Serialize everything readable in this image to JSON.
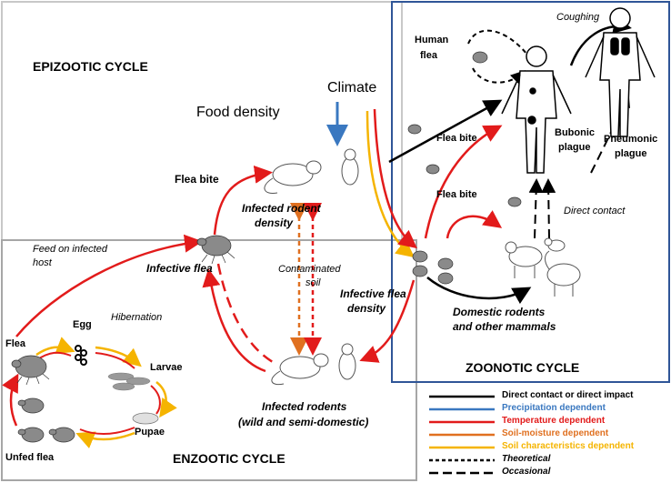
{
  "cycles": {
    "epizootic": "EPIZOOTIC CYCLE",
    "enzootic": "ENZOOTIC CYCLE",
    "zoonotic": "ZOONOTIC CYCLE"
  },
  "factors": {
    "climate": "Climate",
    "food_density": "Food density"
  },
  "labels": {
    "flea_bite_top": "Flea bite",
    "flea_bite_mid": "Flea bite",
    "flea_bite_low": "Flea bite",
    "feed_infected_line1": "Feed on infected",
    "feed_infected_line2": "host",
    "infective_flea": "Infective flea",
    "infected_rodent_density_line1": "Infected rodent",
    "infected_rodent_density_line2": "density",
    "contaminated_soil_line1": "Contaminated",
    "contaminated_soil_line2": "soil",
    "infective_flea_density_line1": "Infective flea",
    "infective_flea_density_line2": "density",
    "hibernation": "Hibernation",
    "flea": "Flea",
    "egg": "Egg",
    "larvae": "Larvae",
    "pupae": "Pupae",
    "unfed_flea": "Unfed flea",
    "infected_rodents_line1": "Infected rodents",
    "infected_rodents_line2": "(wild and semi-domestic)",
    "human_flea_line1": "Human",
    "human_flea_line2": "flea",
    "coughing": "Coughing",
    "bubonic_line1": "Bubonic",
    "bubonic_line2": "plague",
    "pneumonic_line1": "Pneumonic",
    "pneumonic_line2": "plague",
    "direct_contact": "Direct contact",
    "domestic_line1": "Domestic rodents",
    "domestic_line2": "and other mammals"
  },
  "legend": [
    {
      "label": "Direct contact or direct impact",
      "color": "#000000",
      "dash": "none",
      "text_color": "#000000"
    },
    {
      "label": "Precipitation dependent",
      "color": "#3a78c0",
      "dash": "none",
      "text_color": "#3a78c0"
    },
    {
      "label": "Temperature dependent",
      "color": "#e21b1b",
      "dash": "none",
      "text_color": "#e21b1b"
    },
    {
      "label": "Soil-moisture dependent",
      "color": "#e07020",
      "dash": "none",
      "text_color": "#e07020"
    },
    {
      "label": "Soil characteristics  dependent",
      "color": "#f5b400",
      "dash": "none",
      "text_color": "#f5b400"
    },
    {
      "label": "Theoretical",
      "color": "#000000",
      "dash": "short",
      "text_color": "#000000"
    },
    {
      "label": "Occasional",
      "color": "#000000",
      "dash": "long",
      "text_color": "#000000"
    }
  ],
  "colors": {
    "black": "#000000",
    "precipitation": "#3a78c0",
    "temperature": "#e21b1b",
    "soil_moisture": "#e07020",
    "soil_characteristics": "#f5b400",
    "epizootic_border": "#bfbfbf",
    "enzootic_border": "#a6a6a6",
    "zoonotic_border": "#2f5597"
  }
}
